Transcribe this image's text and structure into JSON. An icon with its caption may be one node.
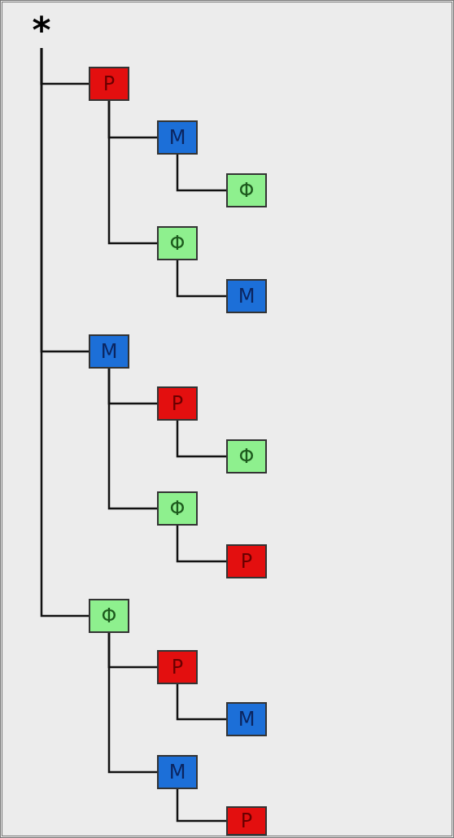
{
  "diagram": {
    "nodes": [
      {
        "text": [
          "*"
        ]
      },
      {
        "text": [
          "P"
        ]
      },
      {
        "text": [
          "M"
        ]
      },
      {
        "text": [
          "Φ"
        ]
      },
      {
        "text": [
          "Φ"
        ]
      },
      {
        "text": [
          "M"
        ]
      },
      {
        "text": [
          "M"
        ]
      },
      {
        "text": [
          "P"
        ]
      },
      {
        "text": [
          "Φ"
        ]
      },
      {
        "text": [
          "Φ"
        ]
      },
      {
        "text": [
          "P"
        ]
      },
      {
        "text": [
          "Φ"
        ]
      },
      {
        "text": [
          "P"
        ]
      },
      {
        "text": [
          "M"
        ]
      },
      {
        "text": [
          "M"
        ]
      },
      {
        "text": [
          "P"
        ]
      }
    ],
    "edges": [
      {
        "from": 0,
        "to": 1,
        "arrow": "none"
      },
      {
        "from": 1,
        "to": 2,
        "arrow": "none"
      },
      {
        "from": 2,
        "to": 3,
        "arrow": "none"
      },
      {
        "from": 1,
        "to": 4,
        "arrow": "none"
      },
      {
        "from": 4,
        "to": 5,
        "arrow": "none"
      },
      {
        "from": 0,
        "to": 6,
        "arrow": "none"
      },
      {
        "from": 6,
        "to": 7,
        "arrow": "none"
      },
      {
        "from": 7,
        "to": 8,
        "arrow": "none"
      },
      {
        "from": 6,
        "to": 9,
        "arrow": "none"
      },
      {
        "from": 9,
        "to": 10,
        "arrow": "none"
      },
      {
        "from": 0,
        "to": 11,
        "arrow": "none"
      },
      {
        "from": 11,
        "to": 12,
        "arrow": "none"
      },
      {
        "from": 12,
        "to": 13,
        "arrow": "none"
      },
      {
        "from": 11,
        "to": 14,
        "arrow": "none"
      },
      {
        "from": 14,
        "to": 15,
        "arrow": "none"
      }
    ]
  }
}
